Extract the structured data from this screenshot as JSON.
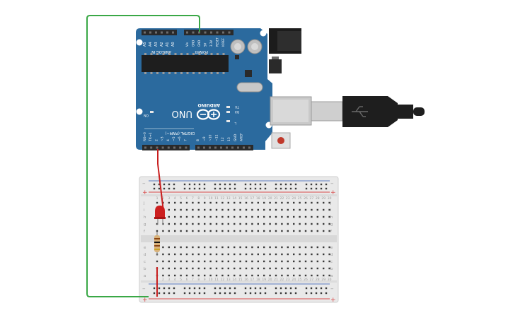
{
  "board": {
    "brand": "ARDUINO",
    "model": "UNO",
    "analog_header_label": "ANALOG IN",
    "power_header_label": "POWER",
    "digital_header_label": "DIGITAL (PWM~)",
    "on_led_label": "ON",
    "tx_label": "TX",
    "rx_label": "RX",
    "l_label": "L",
    "analog_pins": [
      "A5",
      "A4",
      "A3",
      "A2",
      "A1",
      "A0"
    ],
    "power_pins": [
      "Vin",
      "GND",
      "GND",
      "5V",
      "3.3V",
      "RESET",
      "IOREF"
    ],
    "digital_pins": [
      "RX←0",
      "TX→1",
      "2",
      "~3",
      "4",
      "~5",
      "~6",
      "7",
      "8",
      "~9",
      "~10",
      "~11",
      "12",
      "13",
      "GND",
      "AREF"
    ],
    "colors": {
      "pcb": "#2b6a9e",
      "header": "#2a2a2a",
      "usb": "#c9c9c9"
    }
  },
  "breadboard": {
    "row_letters_top": [
      "j",
      "i",
      "h",
      "g",
      "f"
    ],
    "row_letters_bottom": [
      "e",
      "d",
      "c",
      "b",
      "a"
    ],
    "rail_minus": "–",
    "rail_plus": "+",
    "columns": [
      "1",
      "2",
      "3",
      "4",
      "5",
      "6",
      "7",
      "8",
      "9",
      "10",
      "11",
      "12",
      "13",
      "14",
      "15",
      "16",
      "17",
      "18",
      "19",
      "20",
      "21",
      "22",
      "23",
      "24",
      "25",
      "26",
      "27",
      "28",
      "29",
      "30"
    ],
    "colors": {
      "body": "#e9e9e9",
      "hole": "#3a3a3a",
      "rail_red": "#d94b4b",
      "rail_blue": "#5a7bbf"
    }
  },
  "components": {
    "led": {
      "color": "#cc1f1f"
    },
    "resistor": {
      "band_colors": [
        "#8b4513",
        "#111111",
        "#8b4513",
        "#c9a227"
      ]
    }
  },
  "wires": {
    "ground_wire_color": "#3aa846",
    "signal_wire_color": "#c81e1e",
    "usb_cable_color": "#1e1e1e"
  }
}
